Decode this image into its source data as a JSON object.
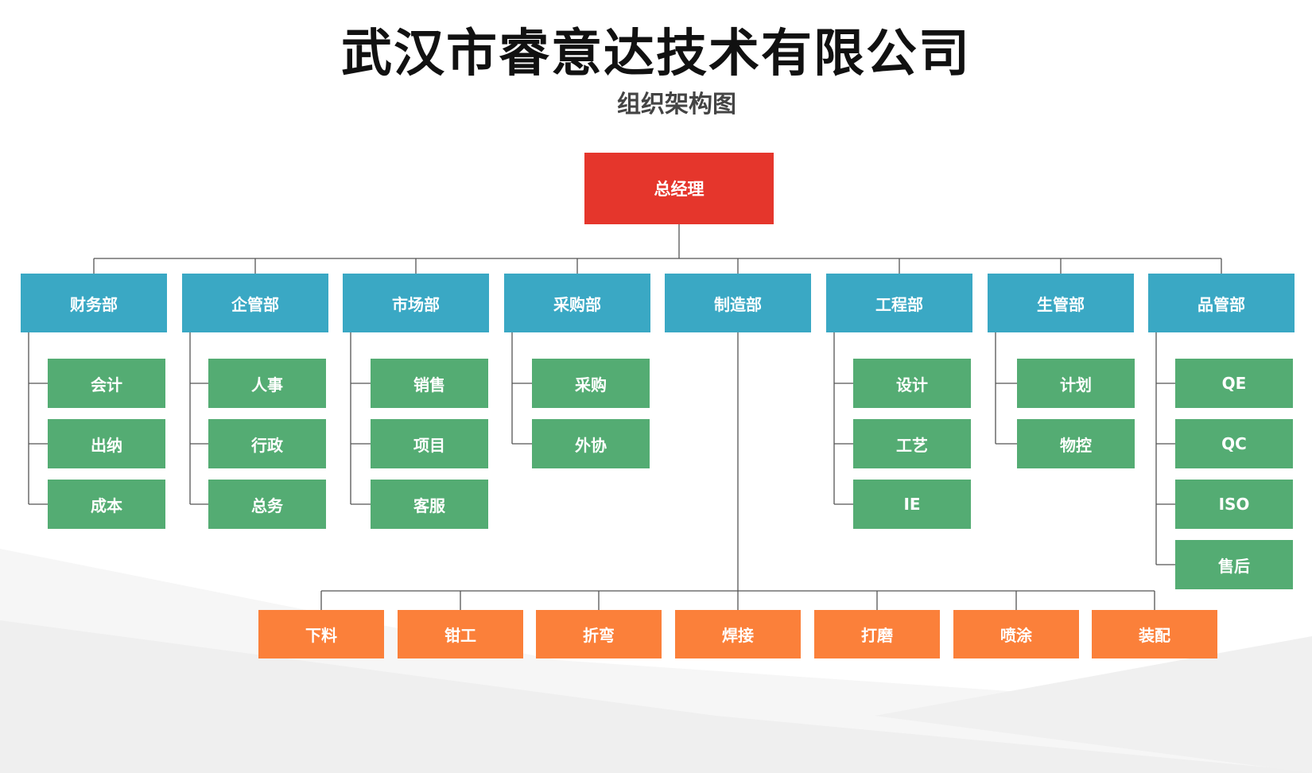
{
  "header": {
    "title": "武汉市睿意达技术有限公司",
    "subtitle": "组织架构图"
  },
  "org": {
    "root": "总经理",
    "departments": [
      {
        "name": "财务部",
        "subs": [
          "会计",
          "出纳",
          "成本"
        ]
      },
      {
        "name": "企管部",
        "subs": [
          "人事",
          "行政",
          "总务"
        ]
      },
      {
        "name": "市场部",
        "subs": [
          "销售",
          "项目",
          "客服"
        ]
      },
      {
        "name": "采购部",
        "subs": [
          "采购",
          "外协"
        ]
      },
      {
        "name": "制造部",
        "subs": []
      },
      {
        "name": "工程部",
        "subs": [
          "设计",
          "工艺",
          "IE"
        ]
      },
      {
        "name": "生管部",
        "subs": [
          "计划",
          "物控"
        ]
      },
      {
        "name": "品管部",
        "subs": [
          "QE",
          "QC",
          "ISO",
          "售后"
        ]
      }
    ],
    "manufacturing_units": [
      "下料",
      "钳工",
      "折弯",
      "焊接",
      "打磨",
      "喷涂",
      "装配"
    ]
  },
  "colors": {
    "root": "#e5362c",
    "department": "#3aa8c4",
    "sub_unit": "#54ac73",
    "manufacturing_unit": "#fb803a",
    "connector": "#555555"
  }
}
